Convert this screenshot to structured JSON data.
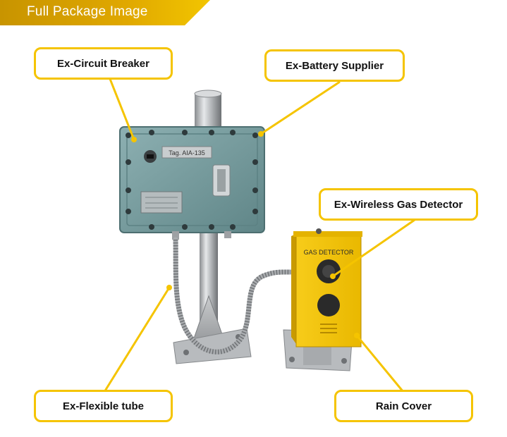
{
  "header": {
    "title": "Full Package Image"
  },
  "callouts": {
    "circuit_breaker": "Ex-Circuit Breaker",
    "battery_supplier": "Ex-Battery Supplier",
    "gas_detector": "Ex-Wireless Gas Detector",
    "flexible_tube": "Ex-Flexible tube",
    "rain_cover": "Rain Cover"
  },
  "device": {
    "tag_plate": "Tag. AIA-135",
    "detector_label": "GAS DETECTOR"
  },
  "colors": {
    "accent": "#f5c400",
    "banner_dark": "#c08f00",
    "enclosure": "#7fa3a6",
    "cover": "#f3c20f"
  }
}
